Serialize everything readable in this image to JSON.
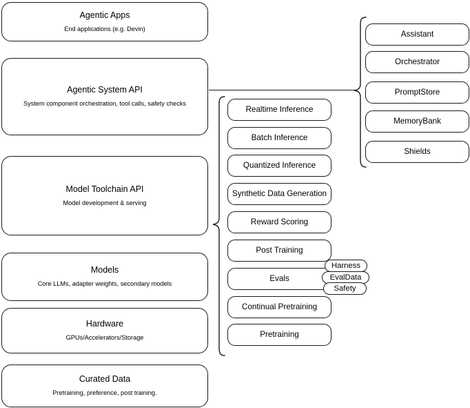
{
  "diagram": {
    "title": "Agentic stack layers diagram",
    "stroke_color": "#1a1a1a",
    "background_color": "#ffffff",
    "layers": [
      {
        "title": "Agentic Apps",
        "subtitle": "End applications (e.g. Devin)"
      },
      {
        "title": "Agentic System API",
        "subtitle": "System component orchestration, tool calls, safety checks"
      },
      {
        "title": "Model Toolchain API",
        "subtitle": "Model development & serving"
      },
      {
        "title": "Models",
        "subtitle": "Core LLMs, adapter weights, secondary models"
      },
      {
        "title": "Hardware",
        "subtitle": "GPUs/Accelerators/Storage"
      },
      {
        "title": "Curated Data",
        "subtitle": "Pretraining, preference, post training."
      }
    ],
    "agentic_system_components": [
      {
        "label": "Assistant"
      },
      {
        "label": "Orchestrator"
      },
      {
        "label": "PromptStore"
      },
      {
        "label": "MemoryBank"
      },
      {
        "label": "Shields"
      }
    ],
    "toolchain_components": [
      {
        "label": "Realtime Inference"
      },
      {
        "label": "Batch Inference"
      },
      {
        "label": "Quantized Inference"
      },
      {
        "label": "Synthetic Data Generation"
      },
      {
        "label": "Reward Scoring"
      },
      {
        "label": "Post Training"
      },
      {
        "label": "Evals"
      },
      {
        "label": "Continual Pretraining"
      },
      {
        "label": "Pretraining"
      }
    ],
    "evals_subcomponents": [
      {
        "label": "Harness"
      },
      {
        "label": "EvalData"
      },
      {
        "label": "Safety"
      }
    ]
  }
}
